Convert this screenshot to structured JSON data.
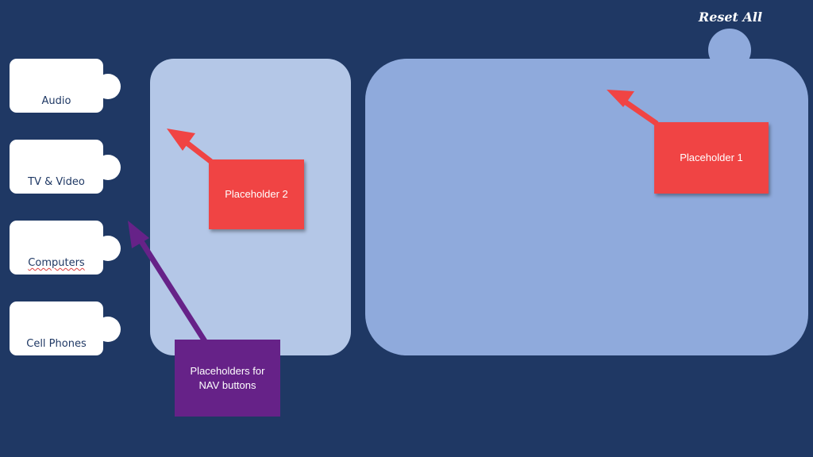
{
  "nav": {
    "buttons": [
      {
        "label": "Audio"
      },
      {
        "label": "TV & Video"
      },
      {
        "label": "Computers"
      },
      {
        "label": "Cell Phones"
      }
    ]
  },
  "header": {
    "reset_label": "Reset All"
  },
  "callouts": {
    "placeholder1": "Placeholder 1",
    "placeholder2": "Placeholder 2",
    "nav_placeholders": "Placeholders for NAV buttons"
  },
  "colors": {
    "background": "#1f3864",
    "panel1": "#8faadc",
    "panel2": "#b4c7e7",
    "callout_red": "#f04444",
    "callout_purple": "#662288"
  }
}
